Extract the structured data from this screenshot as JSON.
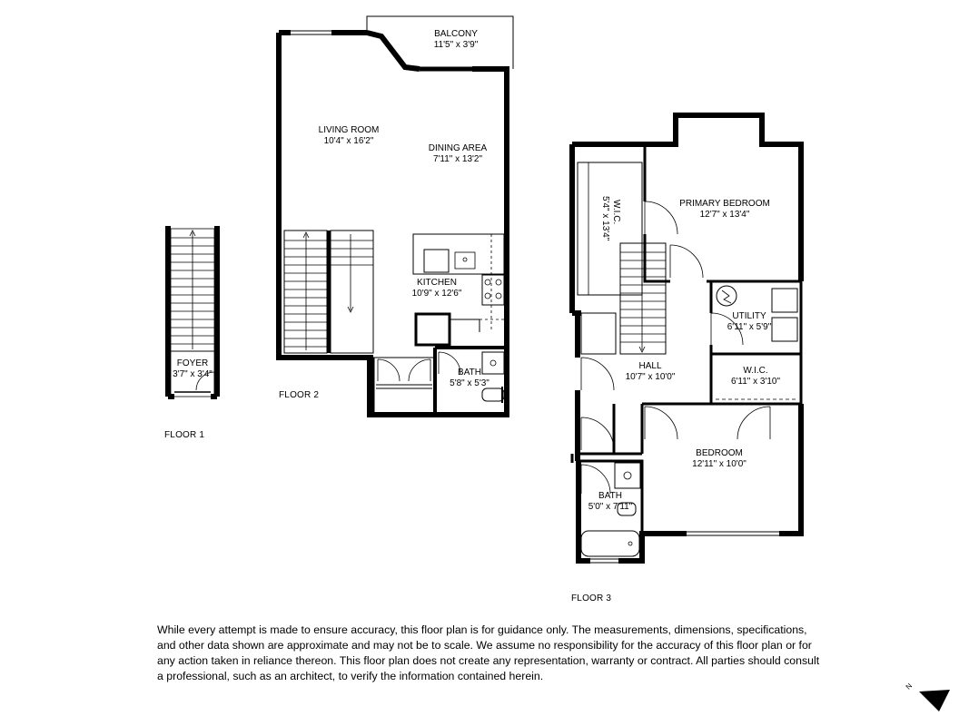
{
  "floors": {
    "floor1": {
      "label": "FLOOR 1",
      "rooms": {
        "foyer": {
          "name": "FOYER",
          "dims": "3'7\" x 3'4\""
        }
      }
    },
    "floor2": {
      "label": "FLOOR 2",
      "rooms": {
        "balcony": {
          "name": "BALCONY",
          "dims": "11'5\" x 3'9\""
        },
        "living_room": {
          "name": "LIVING ROOM",
          "dims": "10'4\" x 16'2\""
        },
        "dining_area": {
          "name": "DINING AREA",
          "dims": "7'11\" x 13'2\""
        },
        "kitchen": {
          "name": "KITCHEN",
          "dims": "10'9\" x 12'6\""
        },
        "bath": {
          "name": "BATH",
          "dims": "5'8\" x 5'3\""
        }
      }
    },
    "floor3": {
      "label": "FLOOR 3",
      "rooms": {
        "primary_bedroom": {
          "name": "PRIMARY BEDROOM",
          "dims": "12'7\" x 13'4\""
        },
        "wic_vertical": {
          "name": "W.I.C.",
          "dims": "5'4\" x 13'4\""
        },
        "utility": {
          "name": "UTILITY",
          "dims": "6'11\" x 5'9\""
        },
        "hall": {
          "name": "HALL",
          "dims": "10'7\" x 10'0\""
        },
        "wic": {
          "name": "W.I.C.",
          "dims": "6'11\" x 3'10\""
        },
        "bedroom": {
          "name": "BEDROOM",
          "dims": "12'11\" x 10'0\""
        },
        "bath": {
          "name": "BATH",
          "dims": "5'0\" x 7'11\""
        }
      }
    }
  },
  "disclaimer": "While every attempt is made to ensure accuracy, this floor plan is for guidance only. The measurements, dimensions, specifications, and other data shown are approximate and may not be to scale. We assume no responsibility for the accuracy of this floor plan or for any action taken in reliance thereon. This floor plan does not create any representation, warranty or contract. All parties should consult a professional, such as an architect, to verify the information contained herein.",
  "compass": {
    "label": "N",
    "icon": "north-arrow-icon"
  },
  "colors": {
    "wall": "#000000",
    "fixture": "#444444",
    "background": "#ffffff"
  }
}
